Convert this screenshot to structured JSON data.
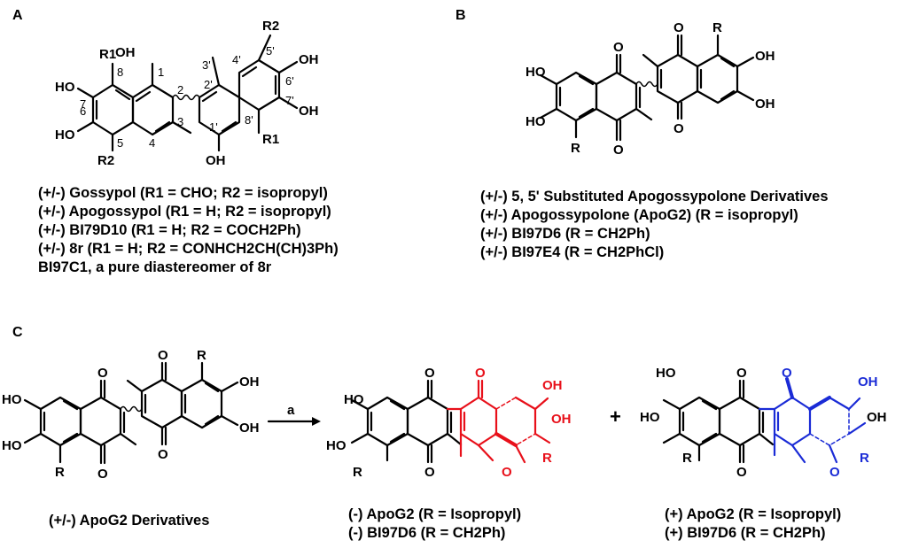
{
  "panels": {
    "a": "A",
    "b": "B",
    "c": "C"
  },
  "captions": {
    "a": [
      "(+/-) Gossypol (R1 = CHO; R2 = isopropyl)",
      "(+/-) Apogossypol (R1 = H; R2 = isopropyl)",
      "(+/-) BI79D10 (R1 = H; R2 = COCH2Ph)",
      "(+/-) 8r (R1 = H; R2 = CONHCH2CH(CH)3Ph)",
      "BI97C1, a pure diastereomer of 8r"
    ],
    "b": [
      "(+/-) 5, 5' Substituted Apogossypolone Derivatives",
      "(+/-) Apogossypolone (ApoG2) (R = isopropyl)",
      "(+/-) BI97D6 (R = CH2Ph)",
      "(+/-) BI97E4 (R = CH2PhCl)"
    ],
    "c_left": "(+/-) ApoG2 Derivatives",
    "c_mid": [
      "(-) ApoG2 (R = Isopropyl)",
      "(-) BI97D6 (R = CH2Ph)"
    ],
    "c_right": [
      "(+) ApoG2 (R = Isopropyl)",
      "(+) BI97D6 (R = CH2Ph)"
    ]
  },
  "reaction": {
    "arrow_label": "a",
    "plus": "+"
  },
  "atom_labels": {
    "oh": "OH",
    "ho": "HO",
    "o": "O",
    "r": "R",
    "r1": "R1",
    "r2": "R2"
  },
  "position_numbers": [
    "1",
    "2",
    "3",
    "4",
    "5",
    "6",
    "7",
    "8",
    "1'",
    "2'",
    "3'",
    "4'",
    "5'",
    "6'",
    "7'",
    "8'"
  ],
  "colors": {
    "ink": "#000000",
    "red_enantiomer": "#e8101a",
    "blue_enantiomer": "#1a2bd6"
  }
}
